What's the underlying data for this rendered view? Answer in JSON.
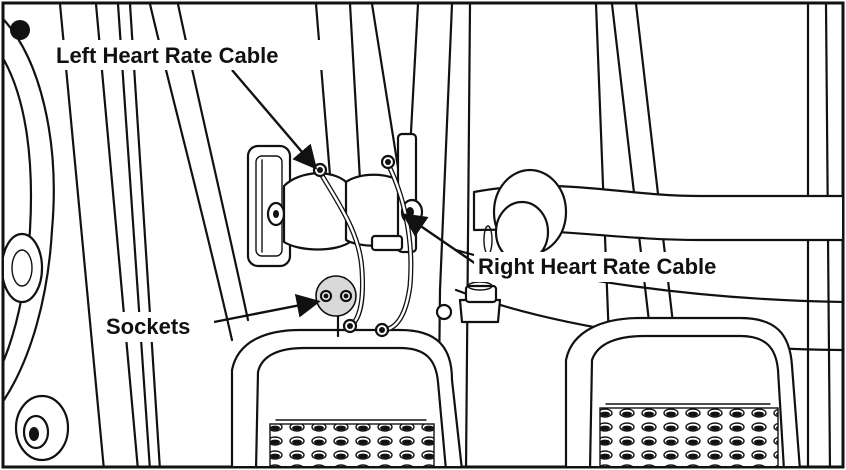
{
  "labels": {
    "left_cable": "Left Heart Rate Cable",
    "right_cable": "Right Heart Rate Cable",
    "sockets": "Sockets"
  },
  "colors": {
    "line": "#111111",
    "background": "#ffffff",
    "socket_fill": "#d9d9d9"
  }
}
